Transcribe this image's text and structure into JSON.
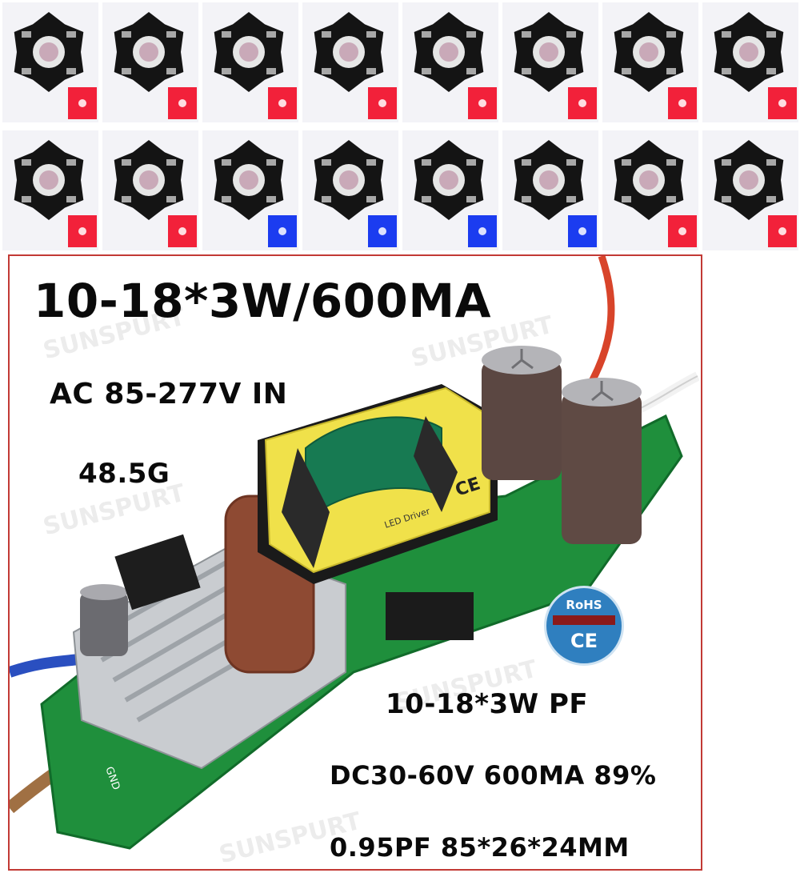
{
  "led_grid": {
    "rows": [
      [
        "red",
        "red",
        "red",
        "red",
        "red",
        "red",
        "red",
        "red"
      ],
      [
        "red",
        "red",
        "blue",
        "blue",
        "blue",
        "blue",
        "red",
        "red"
      ]
    ],
    "colors": {
      "red": "#f2213a",
      "blue": "#1b3cf0",
      "board": "#141414",
      "lens": "#c9a9b8"
    }
  },
  "driver": {
    "title": "10-18*3W/600MA",
    "input": "AC 85-277V IN",
    "weight": "48.5G",
    "power": "10-18*3W PF",
    "output": "DC30-60V 600MA 89%",
    "dimensions": "0.95PF 85*26*24MM",
    "watermark": "SUNSPURT",
    "cert_rohs": "RoHS",
    "cert_ce": "CE",
    "colors": {
      "pcb": "#1f8f3c",
      "frame": "#c23a35",
      "transformer": "#f0e14a"
    }
  }
}
